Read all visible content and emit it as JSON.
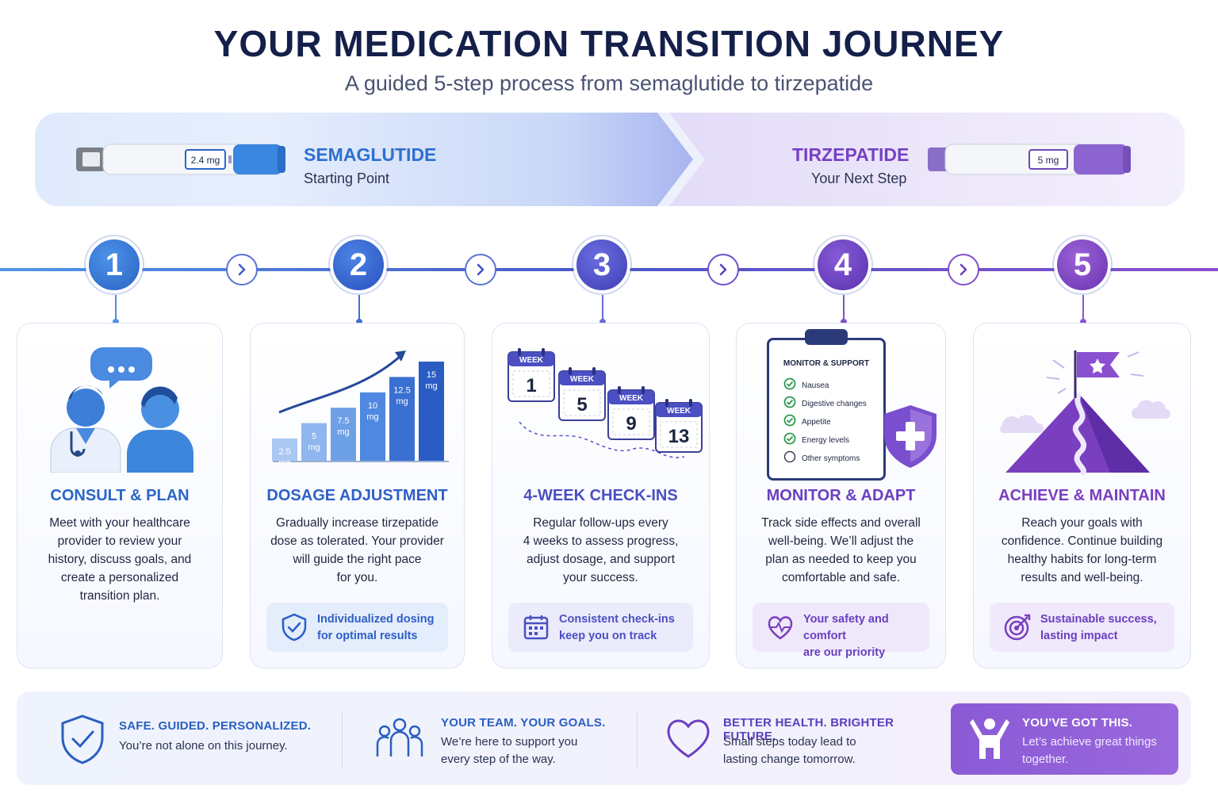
{
  "header": {
    "title": "YOUR MEDICATION TRANSITION JOURNEY",
    "subtitle": "A guided 5-step process from semaglutide to tirzepatide"
  },
  "banner": {
    "from": {
      "name": "SEMAGLUTIDE",
      "label": "Starting Point",
      "pen_dose": "2.4 mg",
      "color": "#2f6fd0"
    },
    "to": {
      "name": "TIRZEPATIDE",
      "label": "Your Next Step",
      "pen_dose": "5 mg",
      "color": "#7640c4"
    }
  },
  "steps": [
    {
      "number": "1",
      "title": "CONSULT & PLAN",
      "color": "#2a66c8",
      "desc": [
        "Meet with your healthcare",
        "provider to review your",
        "history, discuss goals, and",
        "create a personalized",
        "transition plan."
      ]
    },
    {
      "number": "2",
      "title": "DOSAGE ADJUSTMENT",
      "color": "#2e5fc6",
      "desc": [
        "Gradually increase tirzepatide",
        "dose as tolerated. Your provider",
        "will guide the right pace",
        "for you."
      ],
      "note": [
        "Individualized dosing",
        "for optimal results"
      ],
      "doses": [
        {
          "value": "2.5",
          "unit": "mg"
        },
        {
          "value": "5",
          "unit": "mg"
        },
        {
          "value": "7.5",
          "unit": "mg"
        },
        {
          "value": "10",
          "unit": "mg"
        },
        {
          "value": "12.5",
          "unit": "mg"
        },
        {
          "value": "15",
          "unit": "mg"
        }
      ]
    },
    {
      "number": "3",
      "title": "4-WEEK CHECK-INS",
      "color": "#4a4fc2",
      "desc": [
        "Regular follow-ups every",
        "4 weeks to assess progress,",
        "adjust dosage, and support",
        "your success."
      ],
      "note": [
        "Consistent check-ins",
        "keep you on track"
      ],
      "weeks": [
        {
          "label": "WEEK",
          "num": "1"
        },
        {
          "label": "WEEK",
          "num": "5"
        },
        {
          "label": "WEEK",
          "num": "9"
        },
        {
          "label": "WEEK",
          "num": "13"
        }
      ]
    },
    {
      "number": "4",
      "title": "MONITOR & ADAPT",
      "color": "#6a3fbf",
      "desc": [
        "Track side effects and overall",
        "well-being. We’ll adjust the",
        "plan as needed to keep you",
        "comfortable and safe."
      ],
      "note": [
        "Your safety and comfort",
        "are our priority"
      ],
      "clipboard": {
        "title": "MONITOR & SUPPORT",
        "items": [
          {
            "label": "Nausea",
            "checked": true
          },
          {
            "label": "Digestive changes",
            "checked": true
          },
          {
            "label": "Appetite",
            "checked": true
          },
          {
            "label": "Energy levels",
            "checked": true
          },
          {
            "label": "Other symptoms",
            "checked": false
          }
        ]
      }
    },
    {
      "number": "5",
      "title": "ACHIEVE & MAINTAIN",
      "color": "#7a3fbf",
      "desc": [
        "Reach your goals with",
        "confidence. Continue building",
        "healthy habits for long-term",
        "results and well-being."
      ],
      "note": [
        "Sustainable success,",
        "lasting impact"
      ]
    }
  ],
  "footer": [
    {
      "title": "SAFE. GUIDED. PERSONALIZED.",
      "desc": [
        "You’re not alone on this journey."
      ],
      "icon": "shield-check-icon"
    },
    {
      "title": "YOUR TEAM. YOUR GOALS.",
      "desc": [
        "We’re here to support you",
        "every step of the way."
      ],
      "icon": "team-icon"
    },
    {
      "title": "BETTER HEALTH. BRIGHTER FUTURE.",
      "desc": [
        "Small steps today lead to",
        "lasting change tomorrow."
      ],
      "icon": "heart-icon"
    },
    {
      "title": "YOU’VE GOT THIS.",
      "desc": [
        "Let’s achieve great things",
        "together."
      ],
      "icon": "celebrate-person-icon"
    }
  ]
}
